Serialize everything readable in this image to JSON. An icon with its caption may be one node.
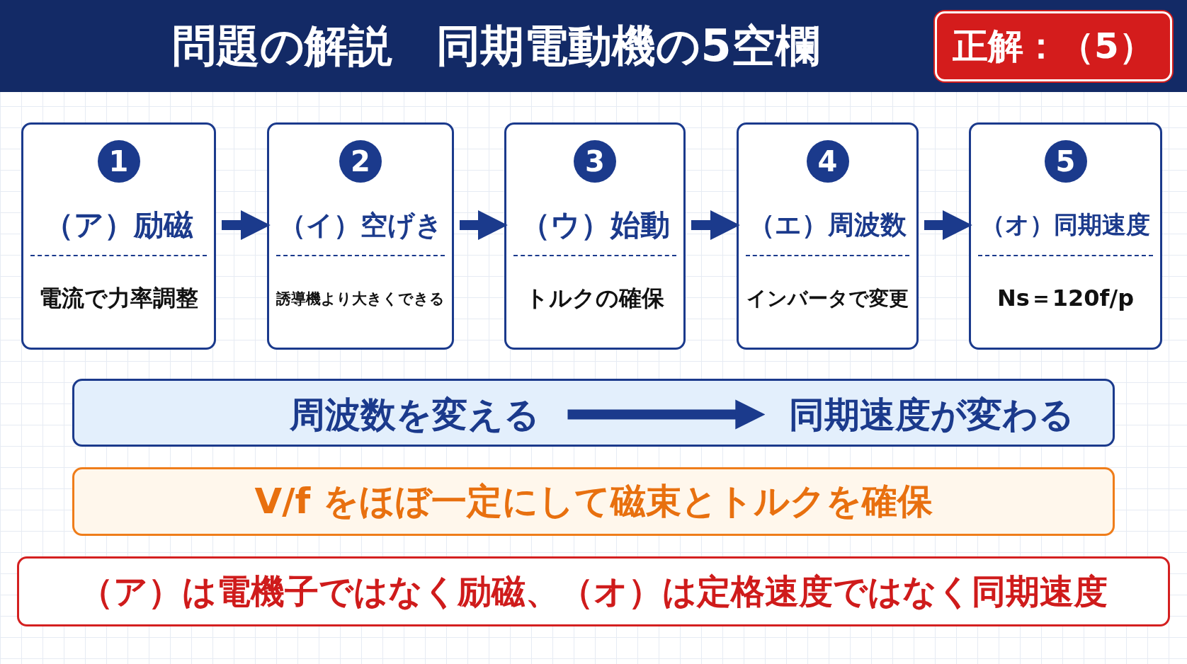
{
  "diagram": {
    "title": "問題の解説　同期電動機の5空欄",
    "nodes": [
      {
        "text": [
          "1",
          "（ア）励磁",
          "電流で力率調整"
        ]
      },
      {
        "text": [
          "2",
          "（イ）空げき",
          "誘導機より大きくできる"
        ]
      },
      {
        "text": [
          "3",
          "（ウ）始動",
          "トルクの確保"
        ]
      },
      {
        "text": [
          "4",
          "（エ）周波数",
          "インバータで変更"
        ]
      },
      {
        "text": [
          "5",
          "（オ）同期速度",
          "Ns＝120f/p"
        ]
      },
      {
        "text": [],
        "shape": "box"
      },
      {
        "text": [
          "周波数を変える"
        ],
        "in": 5
      },
      {
        "text": [
          "同期速度が変わる"
        ],
        "in": 5
      },
      {
        "text": [
          "V/f をほぼ一定にして磁束とトルクを確保"
        ]
      },
      {
        "text": [
          "（ア）は電機子ではなく励磁、（オ）は定格速度ではなく同期速度"
        ]
      },
      {
        "text": [
          "正解：（5）"
        ]
      }
    ],
    "edges": [
      {
        "from": 0,
        "to": 1,
        "arrow": "to"
      },
      {
        "from": 1,
        "to": 2,
        "arrow": "to"
      },
      {
        "from": 2,
        "to": 3,
        "arrow": "to"
      },
      {
        "from": 3,
        "to": 4,
        "arrow": "to"
      },
      {
        "from": 6,
        "to": 7,
        "arrow": "to"
      }
    ]
  }
}
